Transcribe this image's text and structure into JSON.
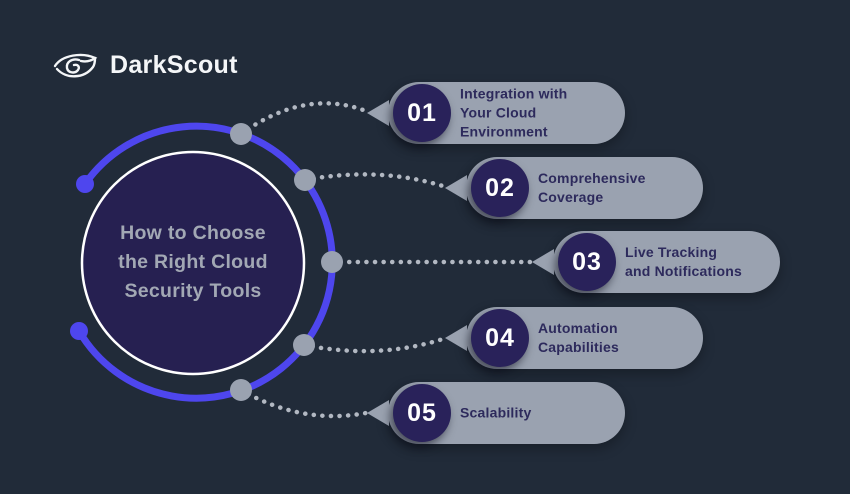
{
  "logo": {
    "name": "DarkScout",
    "icon": "eye-logo-icon"
  },
  "diagram": {
    "center_title": "How to Choose\nthe Right Cloud\nSecurity Tools",
    "items": [
      {
        "number": "01",
        "label": "Integration with\nYour Cloud\nEnvironment"
      },
      {
        "number": "02",
        "label": "Comprehensive\nCoverage"
      },
      {
        "number": "03",
        "label": "Live Tracking\nand Notifications"
      },
      {
        "number": "04",
        "label": "Automation\nCapabilities"
      },
      {
        "number": "05",
        "label": "Scalability"
      }
    ],
    "colors": {
      "background": "#212b39",
      "accent_blue": "#4e46ee",
      "deep_indigo": "#262051",
      "number_circle": "#29225a",
      "pill_gray": "#9aa2b0",
      "connector_gray": "#b2b8c2",
      "title_gray": "#a2a8b4",
      "pill_text": "#2d2a5c",
      "ring_white": "#ffffff",
      "logo_white": "#f4f6f8"
    }
  }
}
